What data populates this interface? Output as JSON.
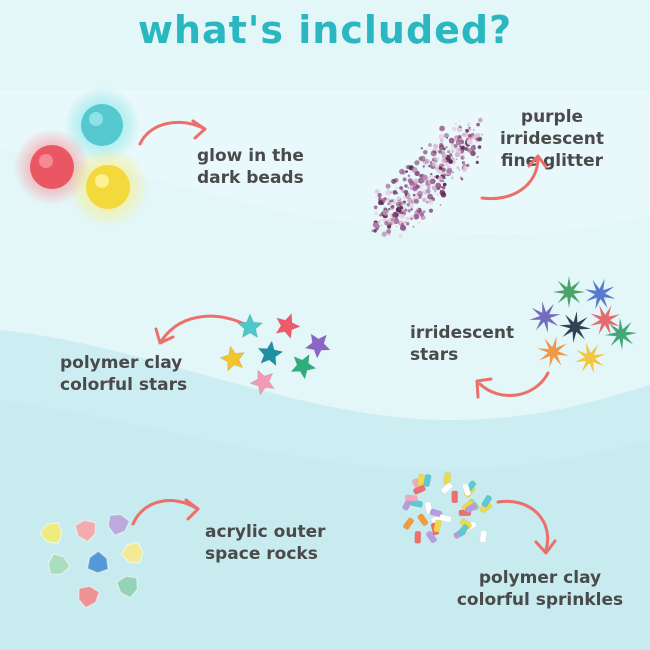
{
  "title": "what's included?",
  "items": [
    {
      "line1": "glow in the",
      "line2": "dark beads",
      "icon": "glow-beads"
    },
    {
      "line1": "purple irridescent",
      "line2": "fine glitter",
      "icon": "glitter"
    },
    {
      "line1": "polymer clay",
      "line2": "colorful stars",
      "icon": "clay-stars"
    },
    {
      "line1": "irridescent",
      "line2": "stars",
      "icon": "irridescent-stars"
    },
    {
      "line1": "acrylic outer",
      "line2": "space rocks",
      "icon": "space-rocks"
    },
    {
      "line1": "polymer clay",
      "line2": "colorful sprinkles",
      "icon": "sprinkles"
    }
  ],
  "colors": {
    "title": "#2bb7bf",
    "arrow": "#ec6f6a",
    "text": "#4a4a4a",
    "background": "#dff5f7"
  }
}
